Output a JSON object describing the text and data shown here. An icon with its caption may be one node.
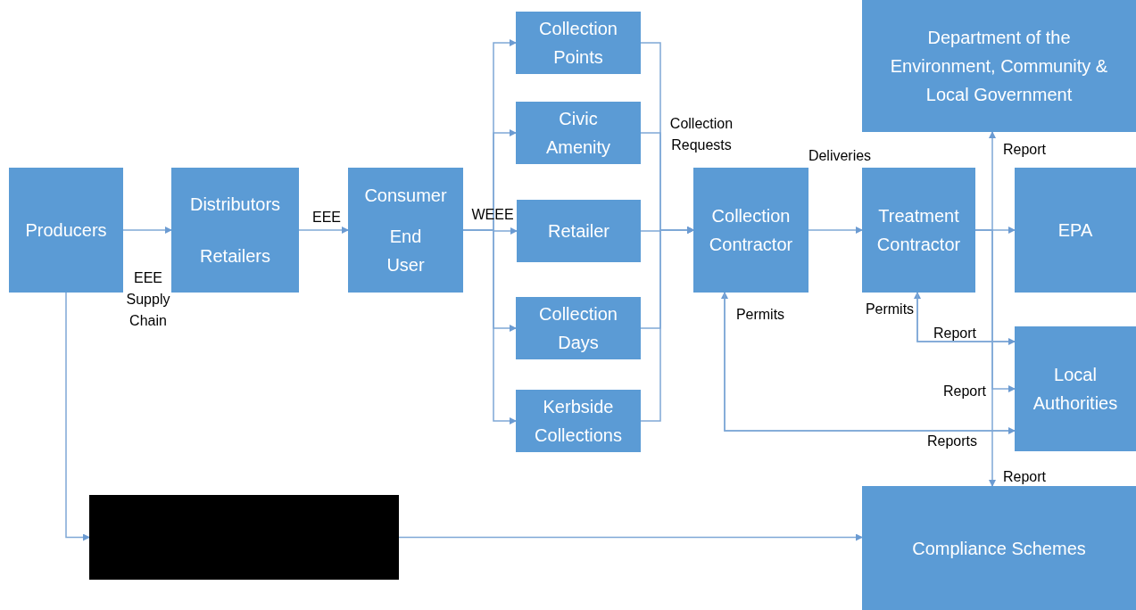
{
  "diagram": {
    "nodes": [
      {
        "text": [
          "Producers"
        ]
      },
      {
        "text": [
          "Distributors",
          "Retailers"
        ]
      },
      {
        "text": [
          "Consumer",
          "End User"
        ]
      },
      {
        "text": [
          "Collection Points"
        ]
      },
      {
        "text": [
          "Civic Amenity"
        ]
      },
      {
        "text": [
          "Retailer"
        ]
      },
      {
        "text": [
          "Collection Days"
        ]
      },
      {
        "text": [
          "Kerbside Collections"
        ]
      },
      {
        "text": [
          "Collection Contractor"
        ]
      },
      {
        "text": [
          "Treatment Contractor"
        ]
      },
      {
        "text": [
          "Department of the Environment, Community & Local Government"
        ]
      },
      {
        "text": [
          "EPA"
        ]
      },
      {
        "text": [
          "Local Authorities"
        ]
      },
      {
        "text": [],
        "shape": "box"
      },
      {
        "text": [
          "Compliance Schemes"
        ]
      }
    ],
    "edges": [
      {
        "from": 0,
        "to": 1,
        "arrow": "to",
        "label": "EEE Supply Chain"
      },
      {
        "from": 1,
        "to": 2,
        "arrow": "to",
        "label": "EEE"
      },
      {
        "from": 2,
        "to": 3,
        "arrow": "to"
      },
      {
        "from": 2,
        "to": 4,
        "arrow": "to"
      },
      {
        "from": 2,
        "to": 5,
        "arrow": "to",
        "label": "WEEE"
      },
      {
        "from": 2,
        "to": 6,
        "arrow": "to"
      },
      {
        "from": 2,
        "to": 7,
        "arrow": "to"
      },
      {
        "from": 3,
        "to": 8,
        "arrow": "to"
      },
      {
        "from": 4,
        "to": 8,
        "arrow": "to",
        "label": "Collection Requests"
      },
      {
        "from": 5,
        "to": 8,
        "arrow": "to"
      },
      {
        "from": 6,
        "to": 8,
        "arrow": "to"
      },
      {
        "from": 7,
        "to": 8,
        "arrow": "to"
      },
      {
        "from": 8,
        "to": 9,
        "arrow": "to",
        "label": "Deliveries"
      },
      {
        "from": 9,
        "to": 11,
        "arrow": "to"
      },
      {
        "from": 9,
        "to": 10,
        "arrow": "to",
        "label": "Report"
      },
      {
        "from": 9,
        "to": 14,
        "arrow": "to",
        "label": "Report"
      },
      {
        "from": 9,
        "to": 12,
        "arrow": "to",
        "label": "Report"
      },
      {
        "from": 12,
        "to": 9,
        "arrow": "to",
        "label": "Permits"
      },
      {
        "from": 9,
        "to": 12,
        "arrow": "to",
        "label": "Report"
      },
      {
        "from": 12,
        "to": 8,
        "arrow": "to",
        "label": "Permits"
      },
      {
        "from": 8,
        "to": 12,
        "arrow": "to",
        "label": "Reports"
      },
      {
        "from": 0,
        "to": 13,
        "arrow": "to"
      },
      {
        "from": 13,
        "to": 14,
        "arrow": "to"
      }
    ]
  }
}
